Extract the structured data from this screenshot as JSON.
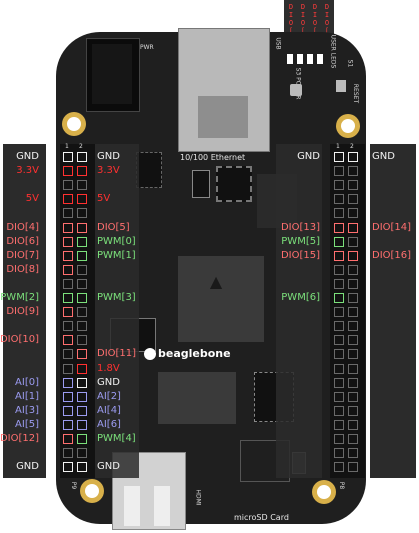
{
  "colors": {
    "gnd": "#f2f2f2",
    "power": "#ff3030",
    "dio": "#ff6f6f",
    "pwm": "#7be07b",
    "ai": "#9b9bf0",
    "board": "#1d1d1d",
    "panel": "#2b2b2b",
    "header_panel": "#141414"
  },
  "top_leds": [
    "DIO[0]",
    "DIO[1]",
    "DIO[2]",
    "DIO[3]"
  ],
  "board": {
    "logo_text": "beaglebone",
    "ethernet_label": "10/100 Ethernet",
    "microsd_label": "microSD Card",
    "hdmi_label": "HDMI",
    "pwr_label": "PWR",
    "usb_label": "USB",
    "s3_power_label": "S3 POWER",
    "user_leds_label": "USER LEDS",
    "s1_label": "S1",
    "reset_label": "RESET",
    "p9_label": "P9",
    "p8_label": "P8",
    "p9_pin1": "1",
    "p9_pin2": "2",
    "p8_pin1": "1",
    "p8_pin2": "2"
  },
  "p9_left_labels": [
    {
      "text": "GND",
      "type": "gnd"
    },
    {
      "text": "3.3V",
      "type": "power"
    },
    {
      "text": "5V",
      "type": "power"
    },
    {
      "text": "DIO[4]",
      "type": "dio"
    },
    {
      "text": "DIO[6]",
      "type": "dio"
    },
    {
      "text": "DIO[7]",
      "type": "dio"
    },
    {
      "text": "DIO[8]",
      "type": "dio"
    },
    {
      "text": "PWM[2]",
      "type": "pwm"
    },
    {
      "text": "DIO[9]",
      "type": "dio"
    },
    {
      "text": "DIO[10]",
      "type": "dio"
    },
    {
      "text": "AI[0]",
      "type": "ai"
    },
    {
      "text": "AI[1]",
      "type": "ai"
    },
    {
      "text": "AI[3]",
      "type": "ai"
    },
    {
      "text": "AI[5]",
      "type": "ai"
    },
    {
      "text": "DIO[12]",
      "type": "dio"
    },
    {
      "text": "GND",
      "type": "gnd"
    }
  ],
  "p9_right_labels": [
    {
      "text": "GND",
      "type": "gnd"
    },
    {
      "text": "3.3V",
      "type": "power"
    },
    {
      "text": "5V",
      "type": "power"
    },
    {
      "text": "DIO[5]",
      "type": "dio"
    },
    {
      "text": "PWM[0]",
      "type": "pwm"
    },
    {
      "text": "PWM[1]",
      "type": "pwm"
    },
    {
      "text": "PWM[3]",
      "type": "pwm"
    },
    {
      "text": "DIO[11]",
      "type": "dio"
    },
    {
      "text": "1.8V",
      "type": "power"
    },
    {
      "text": "GND",
      "type": "gnd"
    },
    {
      "text": "AI[2]",
      "type": "ai"
    },
    {
      "text": "AI[4]",
      "type": "ai"
    },
    {
      "text": "AI[6]",
      "type": "ai"
    },
    {
      "text": "PWM[4]",
      "type": "pwm"
    },
    {
      "text": "GND",
      "type": "gnd"
    }
  ],
  "p8_left_labels": [
    {
      "text": "GND",
      "type": "gnd"
    },
    {
      "text": "DIO[13]",
      "type": "dio"
    },
    {
      "text": "PWM[5]",
      "type": "pwm"
    },
    {
      "text": "DIO[15]",
      "type": "dio"
    },
    {
      "text": "PWM[6]",
      "type": "pwm"
    }
  ],
  "p8_right_labels": [
    {
      "text": "GND",
      "type": "gnd"
    },
    {
      "text": "DIO[14]",
      "type": "dio"
    },
    {
      "text": "DIO[16]",
      "type": "dio"
    }
  ]
}
